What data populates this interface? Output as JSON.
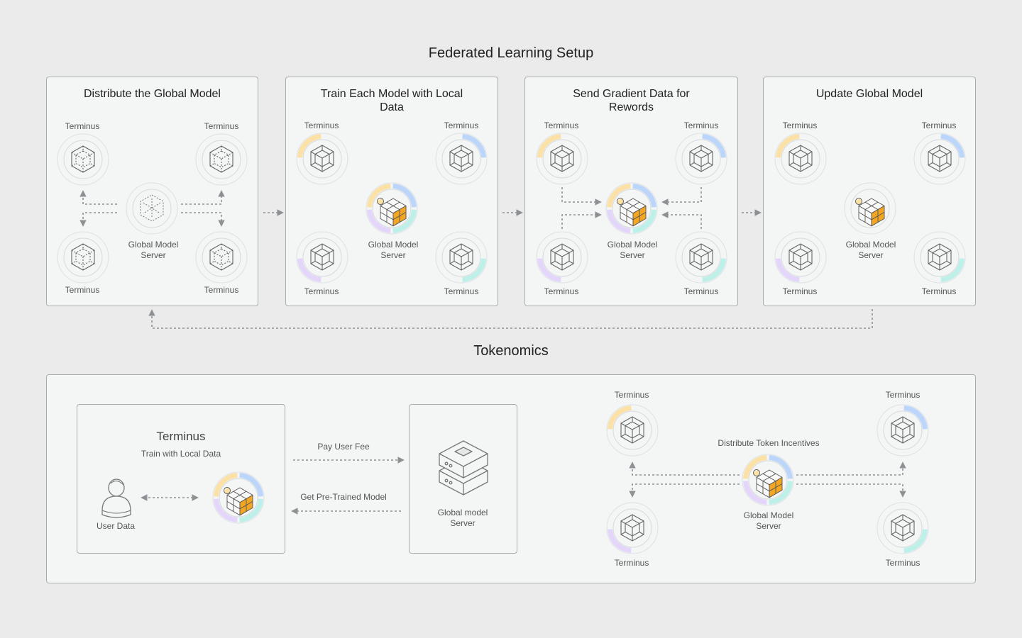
{
  "titles": {
    "setup": "Federated Learning Setup",
    "tokenomics": "Tokenomics"
  },
  "panels": [
    {
      "title": "Distribute the Global Model"
    },
    {
      "title": "Train Each Model with Local Data"
    },
    {
      "title": "Send Gradient Data for Rewords"
    },
    {
      "title": "Update Global Model"
    }
  ],
  "labels": {
    "terminus": "Terminus",
    "server_line1": "Global Model",
    "server_line2": "Server"
  },
  "tokenomics": {
    "terminus_title": "Terminus",
    "terminus_subtitle": "Train with Local Data",
    "user_data": "User  Data",
    "pay_fee": "Pay User Fee",
    "get_model": "Get Pre-Trained Model",
    "server_line1": "Global model",
    "server_line2": "Server",
    "distribute": "Distribute Token Incentives",
    "dist_server_line1": "Global Model",
    "dist_server_line2": "Server",
    "terminus": "Terminus"
  },
  "colors": {
    "background": "#ebebeb",
    "panel": "#f4f5f5",
    "border": "#a9acae",
    "arc_yellow": "#fbe1a6",
    "arc_blue": "#bcd6fb",
    "arc_cyan": "#bdf0e8",
    "arc_purple": "#e4d6fb",
    "cube_orange": "#f2a623",
    "arrow": "#8e9194"
  },
  "icons": [
    "cube-icon",
    "exploded-cube-icon",
    "cube-stack-icon",
    "user-icon",
    "server-icon"
  ]
}
